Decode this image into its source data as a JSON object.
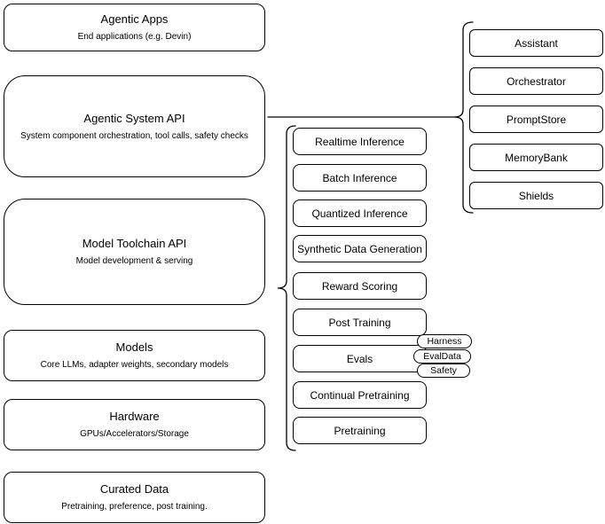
{
  "colors": {
    "stroke": "#000000",
    "fill": "#ffffff",
    "background": "#ffffff",
    "text": "#000000"
  },
  "stack": [
    {
      "title": "Agentic Apps",
      "subtitle": "End applications (e.g. Devin)"
    },
    {
      "title": "Agentic System API",
      "subtitle": "System component orchestration, tool calls, safety checks"
    },
    {
      "title": "Model Toolchain API",
      "subtitle": "Model development & serving"
    },
    {
      "title": "Models",
      "subtitle": "Core LLMs, adapter weights, secondary models"
    },
    {
      "title": "Hardware",
      "subtitle": "GPUs/Accelerators/Storage"
    },
    {
      "title": "Curated Data",
      "subtitle": "Pretraining, preference, post training."
    }
  ],
  "toolchain": {
    "items": [
      "Realtime Inference",
      "Batch Inference",
      "Quantized Inference",
      "Synthetic Data Generation",
      "Reward Scoring",
      "Post Training",
      "Evals",
      "Continual Pretraining",
      "Pretraining"
    ]
  },
  "eval_tags": [
    "Harness",
    "EvalData",
    "Safety"
  ],
  "system_components": [
    "Assistant",
    "Orchestrator",
    "PromptStore",
    "MemoryBank",
    "Shields"
  ]
}
